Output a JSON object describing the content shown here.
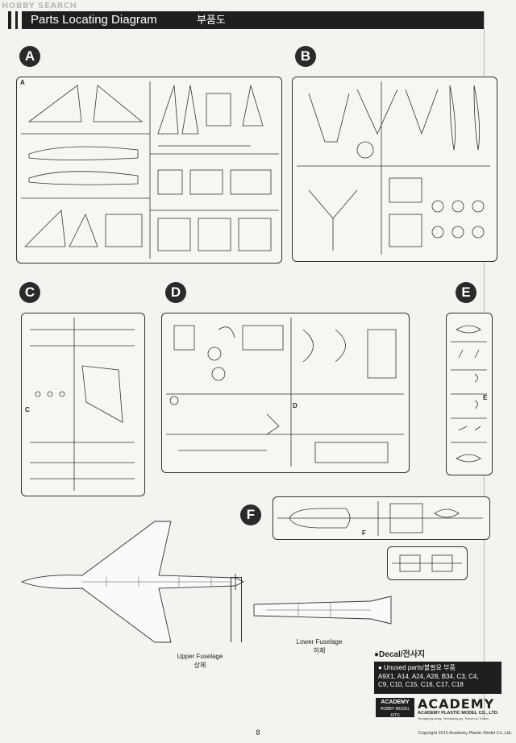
{
  "watermark": "HOBBY SEARCH",
  "header": {
    "step": "II",
    "title": "Parts Locating Diagram",
    "title_korean": "부품도"
  },
  "sprues": [
    {
      "letter": "A",
      "tag": "A"
    },
    {
      "letter": "B",
      "tag": ""
    },
    {
      "letter": "C",
      "tag": "C"
    },
    {
      "letter": "D",
      "tag": "D"
    },
    {
      "letter": "E",
      "tag": "E"
    },
    {
      "letter": "F",
      "tag": "F"
    }
  ],
  "fuselage": {
    "upper": "Upper Fuselage",
    "upper_korean": "상체",
    "lower": "Lower Fuselage",
    "lower_korean": "하체"
  },
  "legend": {
    "decal": "●Decal/전사지",
    "unused_title": "● Unused parts/불필요 부품",
    "unused_line1": "A9X1, A14, A24, A28, B34, C3, C4,",
    "unused_line2": "C9, C10, C15, C16, C17, C18"
  },
  "brand": {
    "kits_top": "ACADEMY",
    "kits_bottom": "HOBBY MODEL KITS",
    "name": "ACADEMY",
    "company": "ACADEMY PLASTIC MODEL CO., LTD.",
    "address": "Yeongtong-dong, Yeongtong-gu, Suwon-si, Korea"
  },
  "page_number": "8",
  "copyright": "Copyright 2012 Academy Plastic Model Co.,Ltd."
}
